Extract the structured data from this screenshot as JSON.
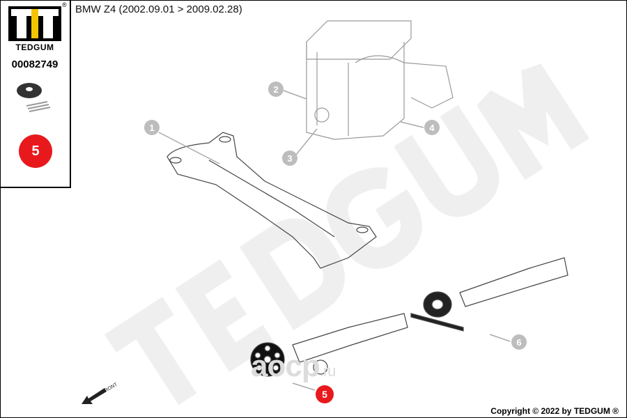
{
  "logo": {
    "brand": "TEDGUM",
    "registered": "®"
  },
  "part_number": "00082749",
  "selected_callout": "5",
  "title": "BMW Z4  (2002.09.01 > 2009.02.28)",
  "callouts": [
    "1",
    "2",
    "3",
    "4",
    "5",
    "6"
  ],
  "watermark": "TEDGUM",
  "site_watermark": {
    "main": "aocp",
    "tld": ".ru"
  },
  "front_label": "FRONT",
  "copyright": "Copyright © 2022 by TEDGUM ®",
  "colors": {
    "accent_red": "#e8191d",
    "logo_yellow": "#f5c400",
    "callout_gray": "#bdbdbd"
  }
}
